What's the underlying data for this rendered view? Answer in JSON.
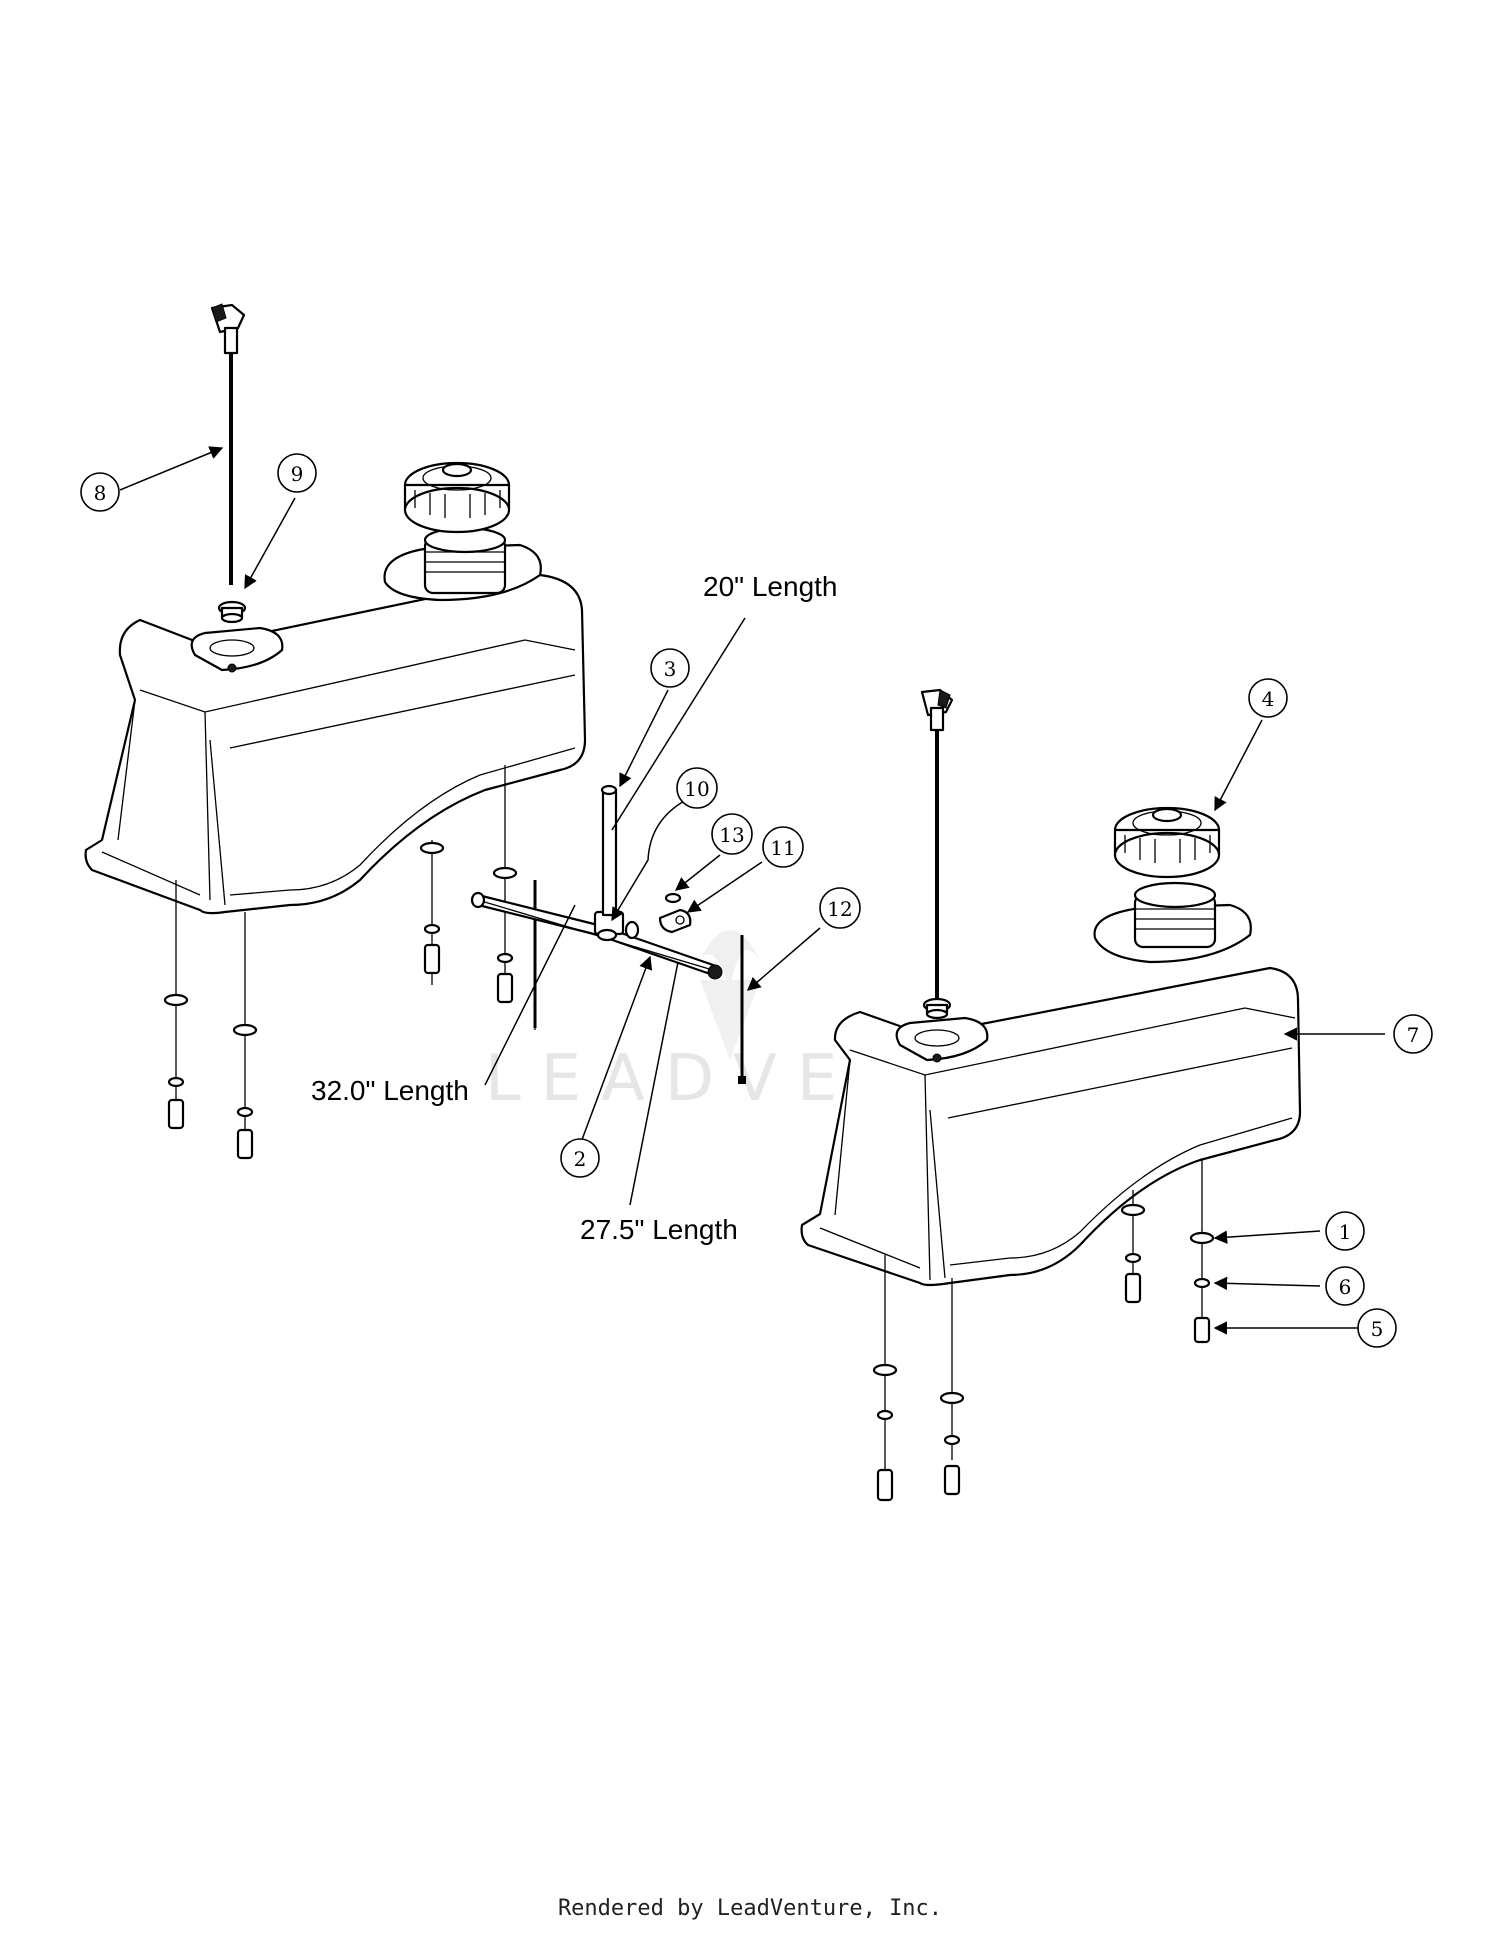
{
  "watermark": "LEADVENTURE",
  "footer": "Rendered by LeadVenture, Inc.",
  "length_labels": {
    "length_20": "20\" Length",
    "length_32": "32.0\" Length",
    "length_27_5": "27.5\" Length"
  },
  "callouts": [
    "8",
    "9",
    "3",
    "10",
    "13",
    "11",
    "12",
    "4",
    "7",
    "1",
    "6",
    "5",
    "2"
  ]
}
